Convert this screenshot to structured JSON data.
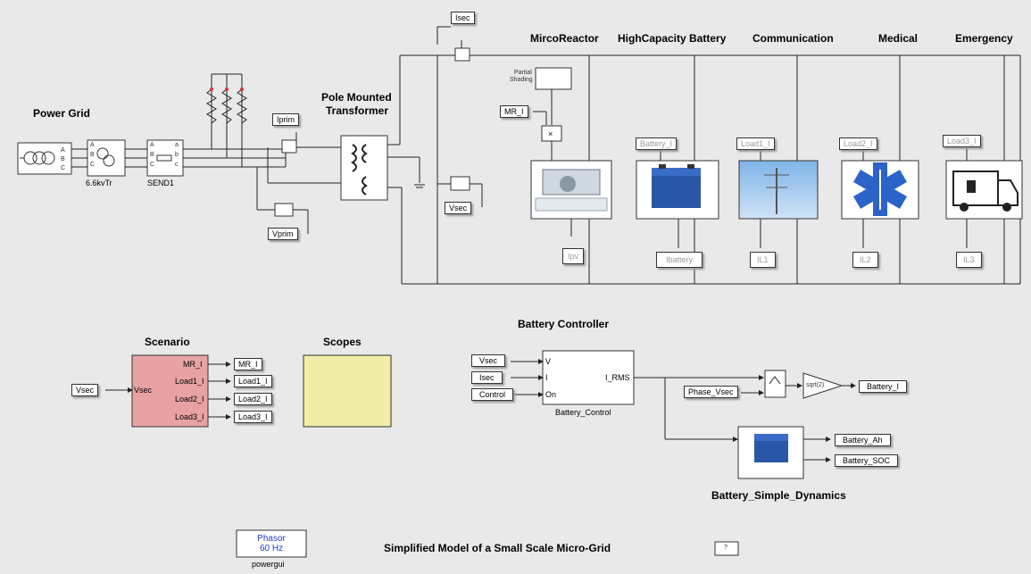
{
  "diagram": {
    "title": "Simplified Model of a Small Scale Micro-Grid",
    "help_button": "?",
    "labels": {
      "power_grid": "Power Grid",
      "pole_transformer_1": "Pole Mounted",
      "pole_transformer_2": "Transformer",
      "transformer_6kv": "6.6kvTr",
      "send1": "SEND1",
      "microreactor": "MircoReactor",
      "high_capacity_battery": "HighCapacity Battery",
      "communication": "Communication",
      "medical": "Medical",
      "emergency": "Emergency",
      "scenario": "Scenario",
      "scopes": "Scopes",
      "battery_controller": "Battery Controller",
      "battery_control": "Battery_Control",
      "battery_simple_dynamics": "Battery_Simple_Dynamics",
      "powergui": "powergui",
      "phasor_line1": "Phasor",
      "phasor_line2": "60 Hz",
      "partial_shading_1": "Partial",
      "partial_shading_2": "Shading"
    },
    "tags": {
      "isec": "Isec",
      "iprim": "Iprim",
      "vprim": "Vprim",
      "vsec": "Vsec",
      "mr_i": "MR_I",
      "battery_i": "Battery_I",
      "load1_i": "Load1_I",
      "load2_i": "Load2_I",
      "load3_i": "Load3_I",
      "ipv": "Ipv",
      "ibattery": "Ibattery",
      "il1": "IL1",
      "il2": "IL2",
      "il3": "IL3",
      "control": "Control",
      "phase_vsec": "Phase_Vsec",
      "battery_ah": "Battery_Ah",
      "battery_soc": "Battery_SOC"
    },
    "scenario_ports": {
      "in": "Vsec",
      "out": [
        "MR_I",
        "Load1_I",
        "Load2_I",
        "Load3_I"
      ]
    },
    "controller_ports": {
      "in": [
        "V",
        "I",
        "On"
      ],
      "out": "I_RMS"
    },
    "sqrt_label": "sqrt(2)",
    "port_letters": {
      "a": "A",
      "b": "B",
      "c": "C",
      "la": "a",
      "lb": "b",
      "lc": "c"
    },
    "colors": {
      "scenario_fill": "#e9a2a2",
      "scopes_fill": "#f1eda7",
      "bus": "#222222",
      "tag_grey": "#a0a0a0",
      "phasor_text": "#1f3fbf"
    }
  }
}
